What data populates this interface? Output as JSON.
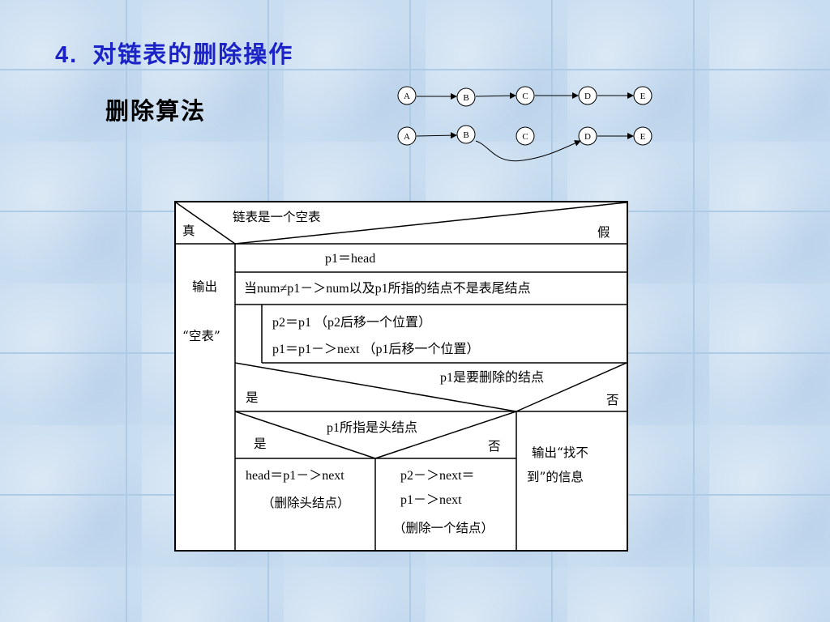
{
  "slide": {
    "number": "4.",
    "title": "对链表的删除操作",
    "subtitle": "删除算法"
  },
  "list_diagram": {
    "row1_nodes": [
      "A",
      "B",
      "C",
      "D",
      "E"
    ],
    "row2_nodes": [
      "A",
      "B",
      "C",
      "D",
      "E"
    ]
  },
  "flowchart": {
    "cond_empty": "链表是一个空表",
    "true_label": "真",
    "false_label": "假",
    "output_label": "输出",
    "output_value": "“空表”",
    "init": "p1＝head",
    "loop_condition": "当num≠p1－＞num以及p1所指的结点不是表尾结点",
    "loop_body_1": "p2＝p1 （p2后移一个位置）",
    "loop_body_2": "p1＝p1－＞next （p1后移一个位置）",
    "cond_delete": "p1是要删除的结点",
    "yes_label": "是",
    "no_label": "否",
    "cond_head": "p1所指是头结点",
    "yes_label_2": "是",
    "no_label_2": "否",
    "head_action": "head＝p1－＞next",
    "head_note": "（删除头结点）",
    "mid_action_1": "p2－＞next＝",
    "mid_action_2": "p1－＞next",
    "mid_note": "（删除一个结点）",
    "notfound_1": "输出“找不",
    "notfound_2": "到”的信息"
  }
}
